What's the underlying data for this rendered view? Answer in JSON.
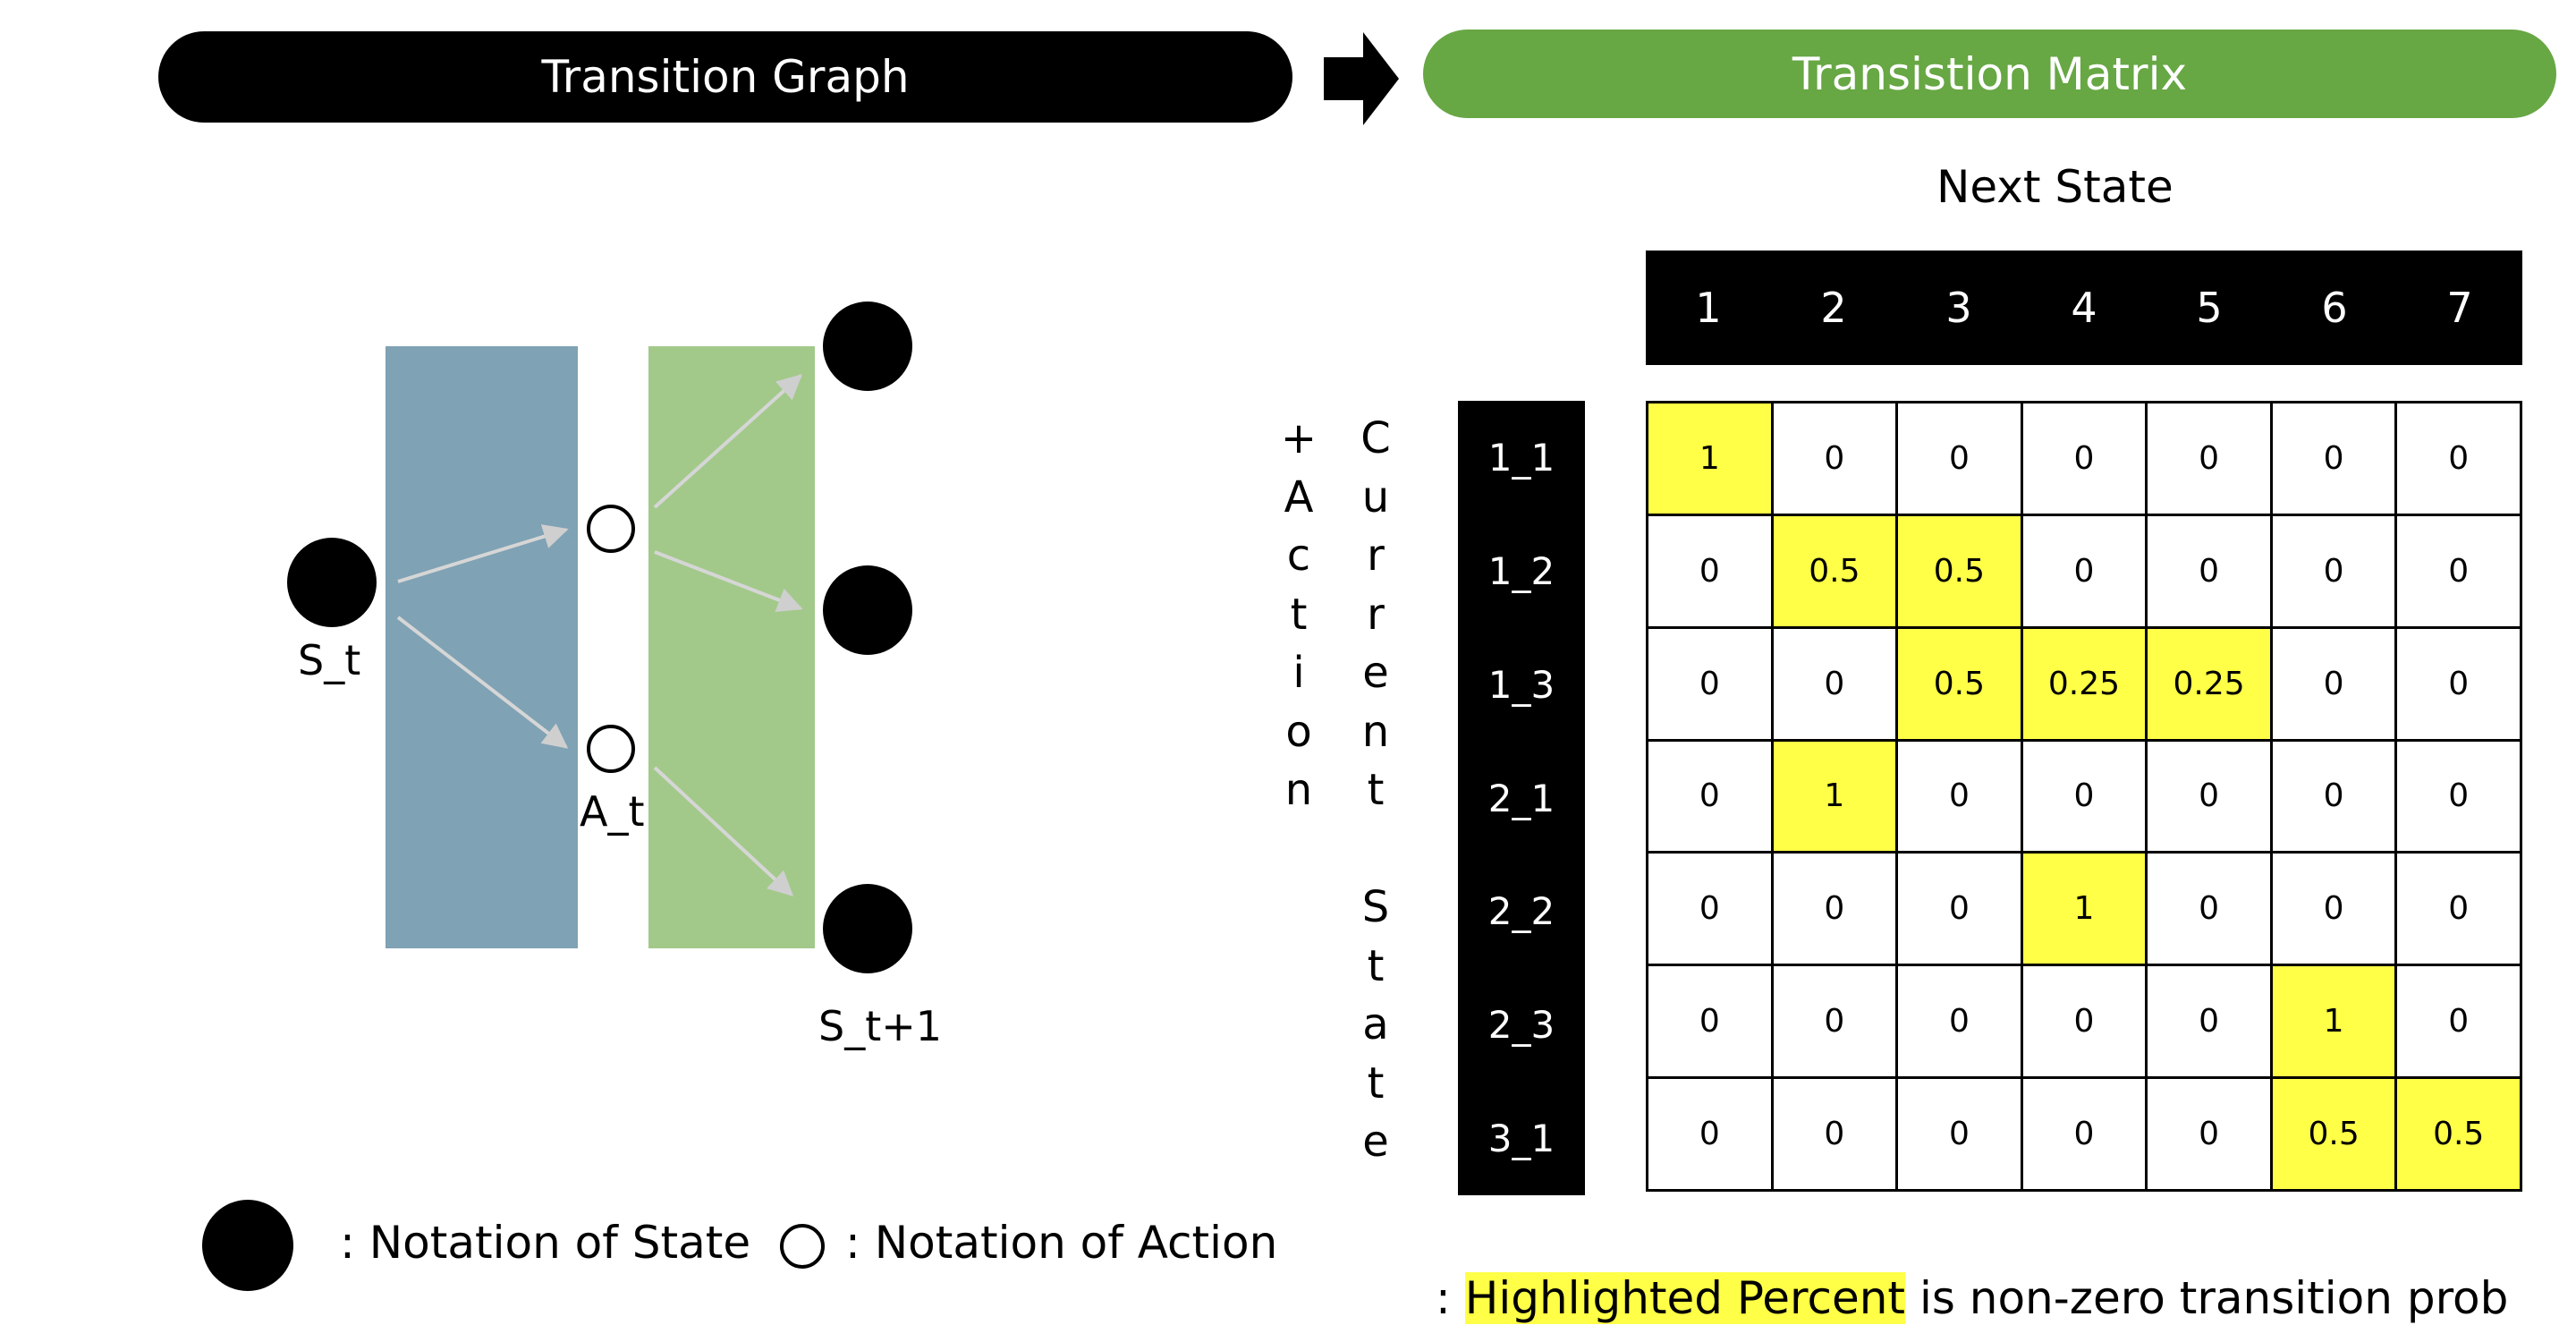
{
  "header": {
    "left_title": "Transition Graph",
    "right_title": "Transistion Matrix"
  },
  "colors": {
    "left_pill": "#000000",
    "right_pill": "#67a744",
    "action_panel": "#7fa2b4",
    "outcome_panel": "#a2c98a",
    "highlight": "#ffff47"
  },
  "graph": {
    "state_label": "S_t",
    "action_label": "A_t",
    "next_state_label": "S_t+1"
  },
  "legend": {
    "state_text": ": Notation of State",
    "action_text": ": Notation of Action"
  },
  "matrix": {
    "column_axis_title": "Next State",
    "row_axis_title_current_state": "Current State",
    "row_axis_title_action": "+Action",
    "columns": [
      "1",
      "2",
      "3",
      "4",
      "5",
      "6",
      "7"
    ],
    "rows": [
      {
        "label": "1_1",
        "cells": [
          "1",
          "0",
          "0",
          "0",
          "0",
          "0",
          "0"
        ]
      },
      {
        "label": "1_2",
        "cells": [
          "0",
          "0.5",
          "0.5",
          "0",
          "0",
          "0",
          "0"
        ]
      },
      {
        "label": "1_3",
        "cells": [
          "0",
          "0",
          "0.5",
          "0.25",
          "0.25",
          "0",
          "0"
        ]
      },
      {
        "label": "2_1",
        "cells": [
          "0",
          "1",
          "0",
          "0",
          "0",
          "0",
          "0"
        ]
      },
      {
        "label": "2_2",
        "cells": [
          "0",
          "0",
          "0",
          "1",
          "0",
          "0",
          "0"
        ]
      },
      {
        "label": "2_3",
        "cells": [
          "0",
          "0",
          "0",
          "0",
          "0",
          "1",
          "0"
        ]
      },
      {
        "label": "3_1",
        "cells": [
          "0",
          "0",
          "0",
          "0",
          "0",
          "0.5",
          "0.5"
        ]
      }
    ]
  },
  "note": {
    "prefix": ":",
    "highlighted": "Highlighted Percent",
    "suffix": "is non-zero transition prob"
  }
}
